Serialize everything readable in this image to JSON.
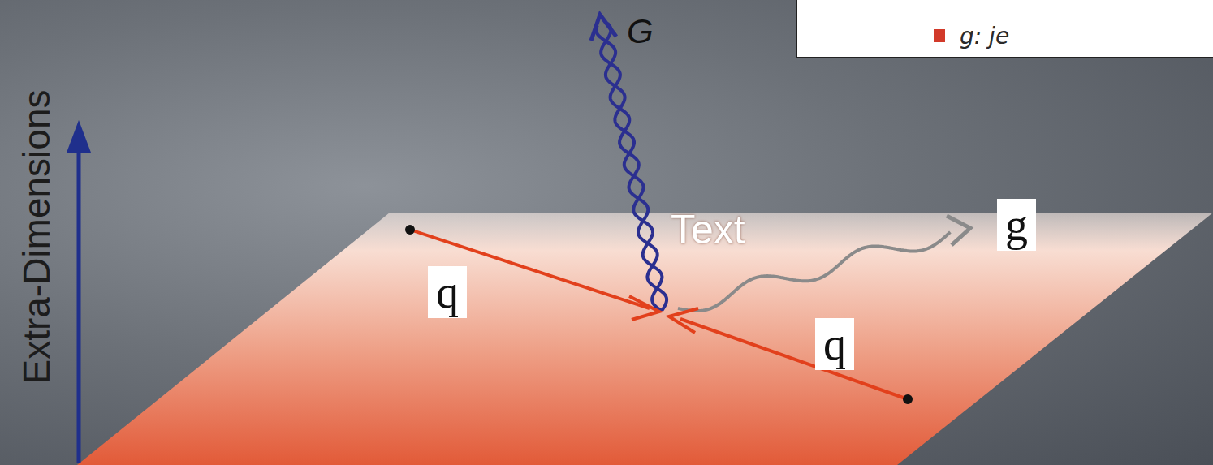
{
  "diagram": {
    "nodes": [
      {
        "text": [
          "g: je"
        ]
      }
    ],
    "labels": [
      "G",
      "Text",
      "g",
      "q",
      "q",
      "Extra-Dimensions"
    ]
  }
}
